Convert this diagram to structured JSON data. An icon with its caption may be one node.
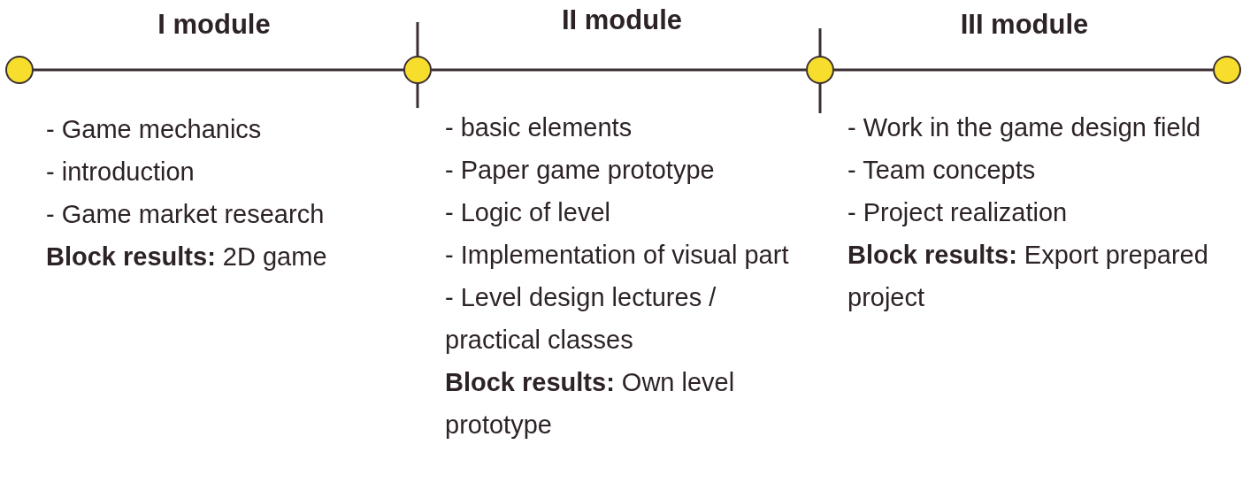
{
  "diagram": {
    "nodes": [
      {
        "text": [],
        "shape": "circle"
      },
      {
        "text": [],
        "shape": "circle"
      },
      {
        "text": [],
        "shape": "circle"
      },
      {
        "text": [],
        "shape": "circle"
      }
    ],
    "edges": [
      {
        "from": 0,
        "to": 1,
        "arrow": "none"
      },
      {
        "from": 1,
        "to": 2,
        "arrow": "none"
      },
      {
        "from": 2,
        "to": 3,
        "arrow": "none"
      }
    ],
    "labels": [
      "I module",
      "II module",
      "III module",
      "- Game mechanics",
      "- introduction",
      "- Game market research",
      "**Block results:** 2D game",
      "- basic elements",
      "- Paper game prototype",
      "- Logic of level",
      "- Implementation of visual part",
      "- Level design lectures / practical classes",
      "**Block results:** Own level prototype",
      "- Work in the game design field",
      "- Team concepts",
      "- Project realization",
      "**Block results:** Export prepared project"
    ]
  }
}
